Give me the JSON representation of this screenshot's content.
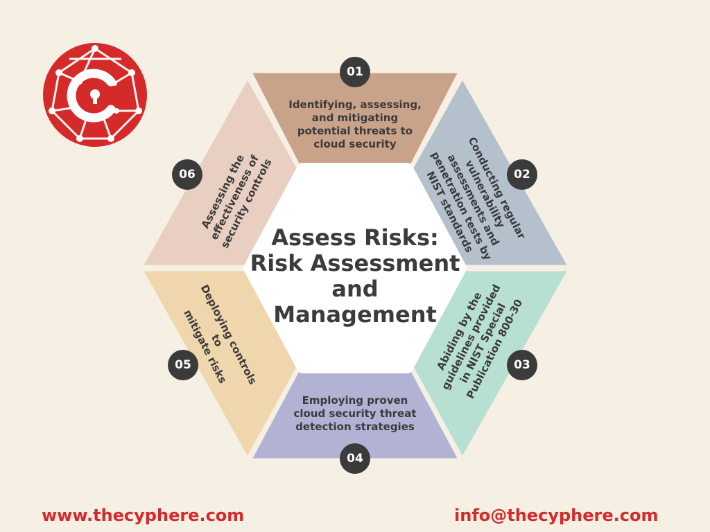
{
  "colors": {
    "background": "#f6efe3",
    "brand_red": "#d42a2a",
    "badge": "#3b3b3b",
    "segment_01": "#c9a28a",
    "segment_02": "#b4c1cc",
    "segment_03": "#b8e0d2",
    "segment_04": "#b2b3d4",
    "segment_05": "#efd6ad",
    "segment_06": "#e8cfc2"
  },
  "logo": {
    "icon": "cyphere-shield-logo-icon"
  },
  "title": "Assess Risks:\nRisk Assessment\nand\nManagement",
  "segments": [
    {
      "number": "01",
      "text": "Identifying, assessing,\nand mitigating\npotential threats to\ncloud security"
    },
    {
      "number": "02",
      "text": "Conducting regular\nvulnerability\nassessments and\npenetration tests by\nNIST standards"
    },
    {
      "number": "03",
      "text": "Abiding by the\nguidelines provided\nin NIST Special\nPublication 800-30"
    },
    {
      "number": "04",
      "text": "Employing proven\ncloud security threat\ndetection strategies"
    },
    {
      "number": "05",
      "text": "Deploying controls to\nmitigate risks"
    },
    {
      "number": "06",
      "text": "Assessing the\neffectiveness of\nsecurity controls"
    }
  ],
  "footer": {
    "website": "www.thecyphere.com",
    "email": "info@thecyphere.com"
  }
}
